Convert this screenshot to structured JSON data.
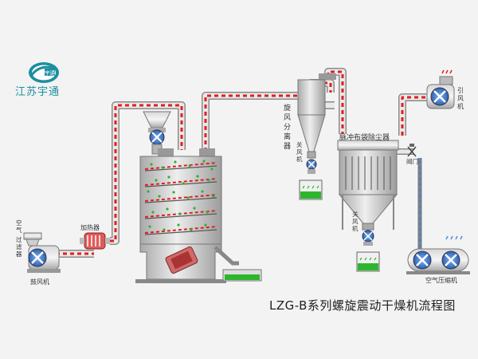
{
  "brand": {
    "name": "江苏宇通",
    "logo_text": "宇通",
    "color": "#1b8fa0"
  },
  "title": "LZG-B系列螺旋震动干燥机流程图",
  "labels": {
    "air_filter": [
      "空",
      "气",
      "过",
      "滤",
      "器"
    ],
    "blower": "鼓风机",
    "heater": "加热器",
    "cyclone": [
      "旋",
      "风",
      "分",
      "离",
      "器"
    ],
    "airlock_left": [
      "关",
      "风",
      "机"
    ],
    "bag_filter": "脉冲布袋除尘器",
    "airlock_bottom": [
      "关",
      "风",
      "机"
    ],
    "valve": "阀门",
    "exhaust_fan": [
      "引",
      "风",
      "机"
    ],
    "compressor": "空气压缩机"
  },
  "colors": {
    "pipe_fill": "#dddddd",
    "pipe_edge": "#8a8a8a",
    "hot_air": "#e02020",
    "fan_blue": "#3d7fd6",
    "material_green": "#2db52d",
    "vessel_grey": "#c8c8c8",
    "compressed_air": "#4a90e2"
  }
}
